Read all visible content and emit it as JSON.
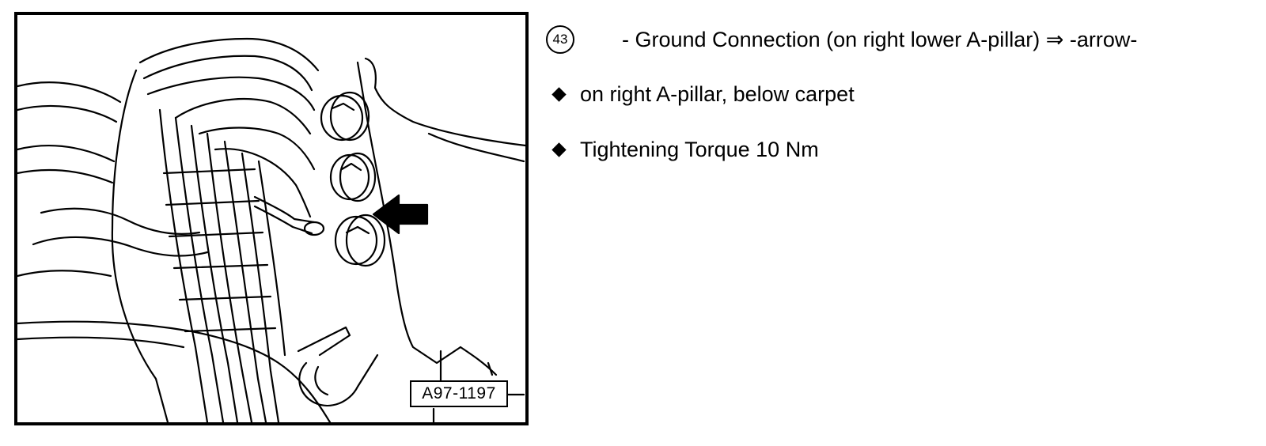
{
  "figure": {
    "code": "A97-1197",
    "icons": [
      "arrow-left-icon"
    ]
  },
  "callout": {
    "number": "43",
    "description": "- Ground Connection (on right lower A-pillar) ⇒ -arrow-"
  },
  "notes": [
    {
      "text": "on right A-pillar, below carpet"
    },
    {
      "text": "Tightening Torque 10 Nm"
    }
  ]
}
